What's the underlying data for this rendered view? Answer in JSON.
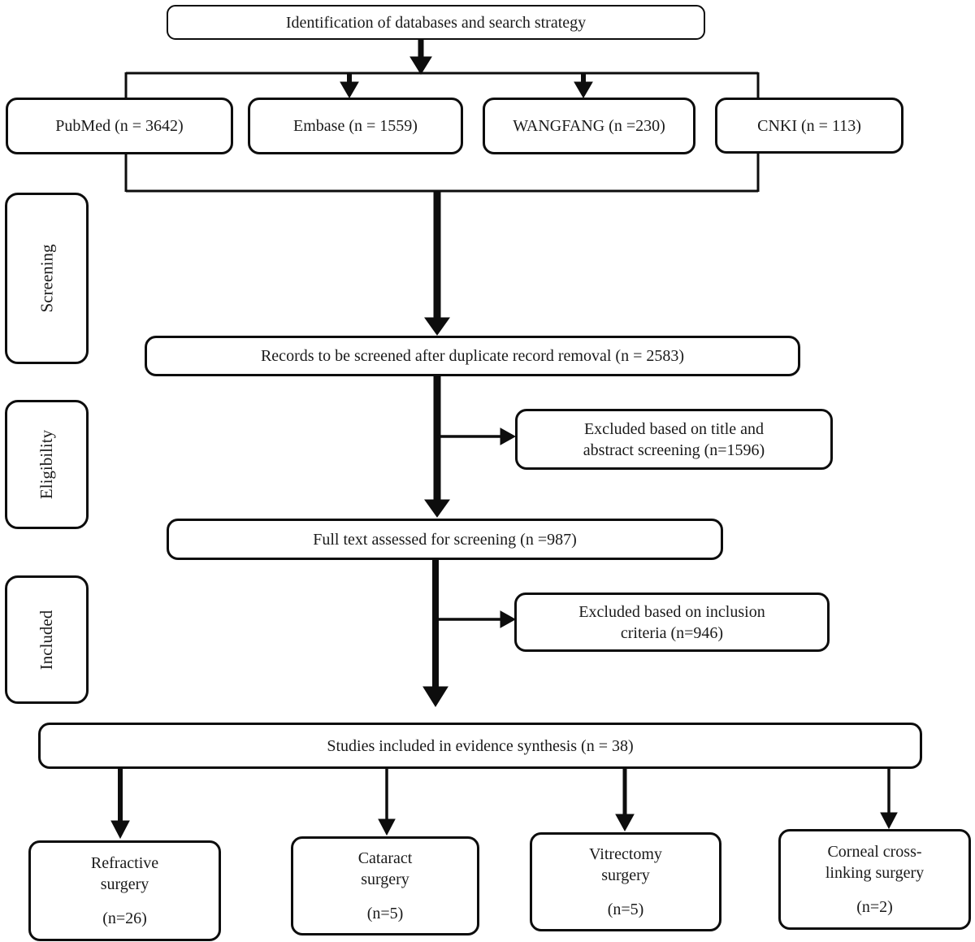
{
  "diagram": {
    "top_box": {
      "label": "Identification of databases and search strategy"
    },
    "databases": [
      {
        "label": "PubMed (n = 3642)"
      },
      {
        "label": "Embase (n = 1559)"
      },
      {
        "label": "WANGFANG (n =230)"
      },
      {
        "label": "CNKI (n = 113)"
      }
    ],
    "stage_labels": [
      {
        "label": "Screening"
      },
      {
        "label": "Eligibility"
      },
      {
        "label": "Included"
      }
    ],
    "records_box": {
      "label": "Records to be screened after duplicate record removal (n = 2583)"
    },
    "excluded_title_box": {
      "line1": "Excluded based on title and",
      "line2": "abstract screening (n=1596)"
    },
    "fulltext_box": {
      "label": "Full text assessed for screening (n =987)"
    },
    "excluded_inclusion_box": {
      "line1": "Excluded based on inclusion",
      "line2": "criteria (n=946)"
    },
    "studies_box": {
      "label": "Studies included in evidence synthesis (n = 38)"
    },
    "categories": [
      {
        "line1": "Refractive",
        "line2": "surgery",
        "count": "(n=26)"
      },
      {
        "line1": "Cataract",
        "line2": "surgery",
        "count": "(n=5)"
      },
      {
        "line1": "Vitrectomy",
        "line2": "surgery",
        "count": "(n=5)"
      },
      {
        "line1": "Corneal cross-",
        "line2": "linking surgery",
        "count": "(n=2)"
      }
    ],
    "colors": {
      "line": "#0d0d0d",
      "box_fill": "#ffffff",
      "text": "#1a1a1a"
    }
  }
}
